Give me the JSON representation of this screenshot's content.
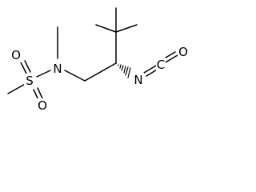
{
  "molecule": {
    "atoms": {
      "s": "S",
      "o_top": "O",
      "o_bottom": "O",
      "n_amide": "N",
      "n_iso": "N",
      "c_iso": "C",
      "o_iso": "O"
    }
  }
}
